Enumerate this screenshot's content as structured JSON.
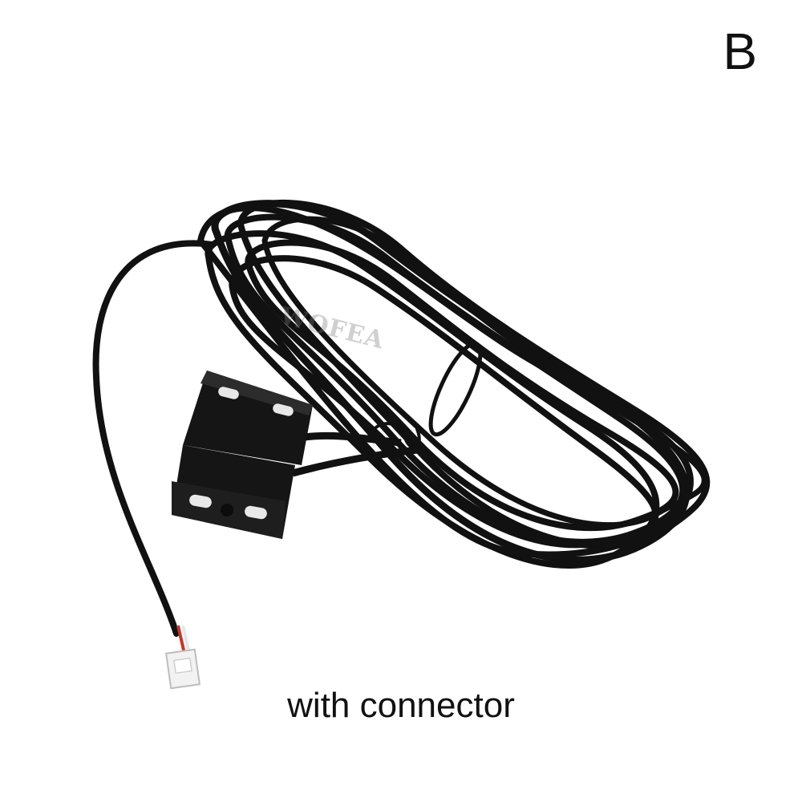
{
  "variant_label": "B",
  "caption": "with connector",
  "watermark": "WOFEA",
  "product": {
    "cable_color": "#111111",
    "sensor_color": "#1a1a1a",
    "connector_color": "#f2f2f2",
    "wire_colors": [
      "#c0392b",
      "#f5f5f5"
    ]
  }
}
